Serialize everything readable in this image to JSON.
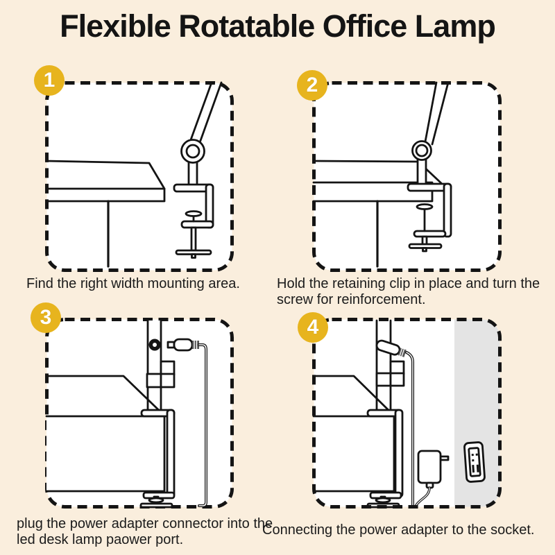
{
  "title": "Flexible Rotatable Office Lamp",
  "colors": {
    "background": "#faeedd",
    "badge": "#e7b41e",
    "badge_number": "#ffffff",
    "line_art": "#141414",
    "panel_fill": "#ffffff",
    "wall_gray": "#e4e4e4"
  },
  "steps": [
    {
      "number": "1",
      "caption": "Find the right width mounting area.",
      "illustration": "desk-and-clamp-not-yet-mounted"
    },
    {
      "number": "2",
      "caption": "Hold the retaining clip in place and turn the screw for reinforcement.",
      "illustration": "clamp-tightened-on-desk-edge"
    },
    {
      "number": "3",
      "caption": "plug the power adapter connector into the led desk lamp paower port.",
      "illustration": "dc-plug-toward-lamp-power-port"
    },
    {
      "number": "4",
      "caption": "Connecting the power adapter to the socket.",
      "illustration": "power-adapter-toward-wall-socket"
    }
  ]
}
